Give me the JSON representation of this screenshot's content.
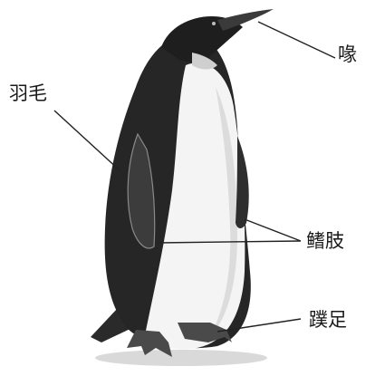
{
  "diagram": {
    "labels": {
      "beak": "喙",
      "feathers": "羽毛",
      "flippers": "鳍肢",
      "webbed_feet": "蹼足"
    }
  }
}
